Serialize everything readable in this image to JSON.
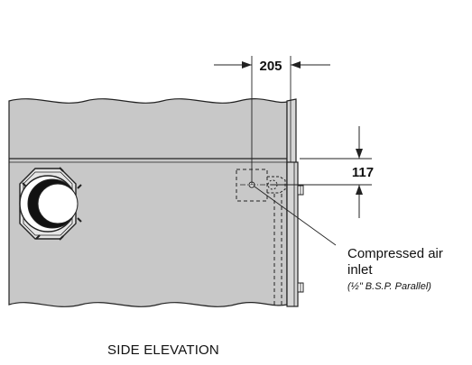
{
  "dimensions": {
    "horizontal": "205",
    "vertical": "117"
  },
  "callout": {
    "line1": "Compressed air",
    "line2": "inlet",
    "line3": "(½\" B.S.P. Parallel)"
  },
  "caption": "SIDE ELEVATION",
  "colors": {
    "body_fill": "#c8c8c8",
    "stroke": "#222222",
    "background": "#ffffff"
  }
}
